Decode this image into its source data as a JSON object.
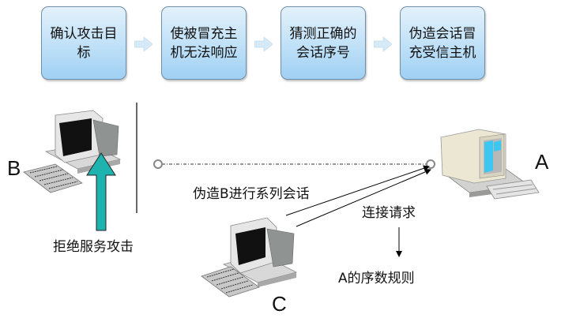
{
  "steps": [
    {
      "text": "确认攻击目标"
    },
    {
      "text": "使被冒充主机无法响应"
    },
    {
      "text": "猜测正确的会话序号"
    },
    {
      "text": "伪造会话冒充受信主机"
    }
  ],
  "nodes": {
    "b": "B",
    "a": "A",
    "c": "C"
  },
  "labels": {
    "dos_attack": "拒绝服务攻击",
    "forge_session": "伪造B进行系列会话",
    "connect_request": "连接请求",
    "seq_rule": "A的序数规则"
  },
  "colors": {
    "step_fill": "#bfe0f7",
    "step_border": "#6f8fa8",
    "dos_arrow": "#1fb3b0",
    "flow_arrow": "#d6e9f7"
  }
}
